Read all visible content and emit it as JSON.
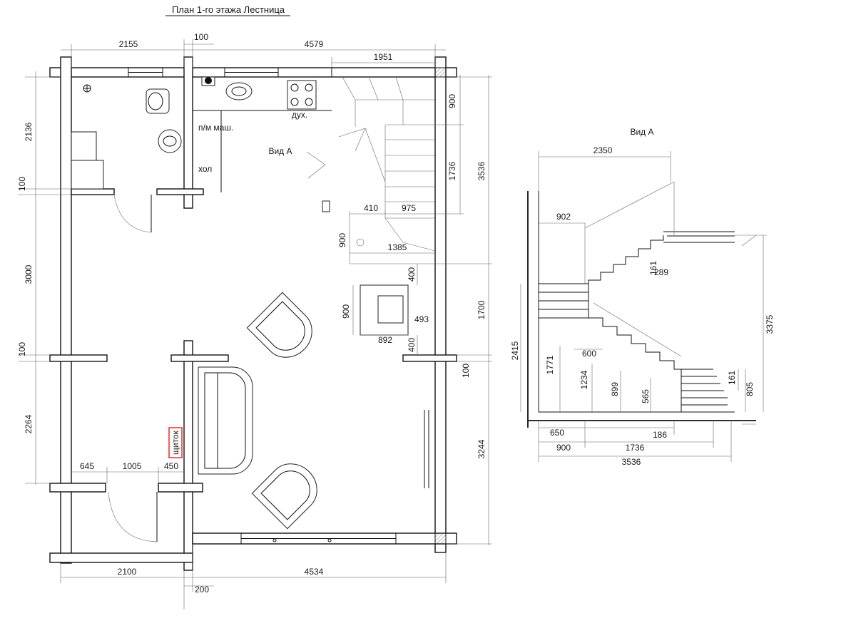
{
  "title": "План 1-го этажа Лестница",
  "plan": {
    "top": [
      "2155",
      "100",
      "4579",
      "1951"
    ],
    "left": [
      "2136",
      "100",
      "3000",
      "100",
      "2264"
    ],
    "right": [
      "900",
      "1736",
      "3536",
      "1700",
      "100",
      "3244"
    ],
    "bottom": [
      "645",
      "1005",
      "450",
      "2100",
      "4534",
      "200"
    ],
    "labels": {
      "oven": "дух.",
      "washer": "п/м маш.",
      "fridge": "хол",
      "view_marker": "Вид А",
      "panel": "щиток"
    },
    "stairs": [
      "410",
      "975",
      "900",
      "1385",
      "400"
    ],
    "stove": [
      "900",
      "493",
      "892",
      "400"
    ]
  },
  "view": {
    "title": "Вид А",
    "dims": [
      "2350",
      "902",
      "161",
      "289",
      "3375",
      "2415",
      "1771",
      "600",
      "1234",
      "899",
      "565",
      "161",
      "805",
      "650",
      "186",
      "900",
      "1736",
      "3536"
    ]
  },
  "colors": {
    "line": "#111111",
    "dimension": "#666666",
    "panel_marker": "#e02020"
  }
}
